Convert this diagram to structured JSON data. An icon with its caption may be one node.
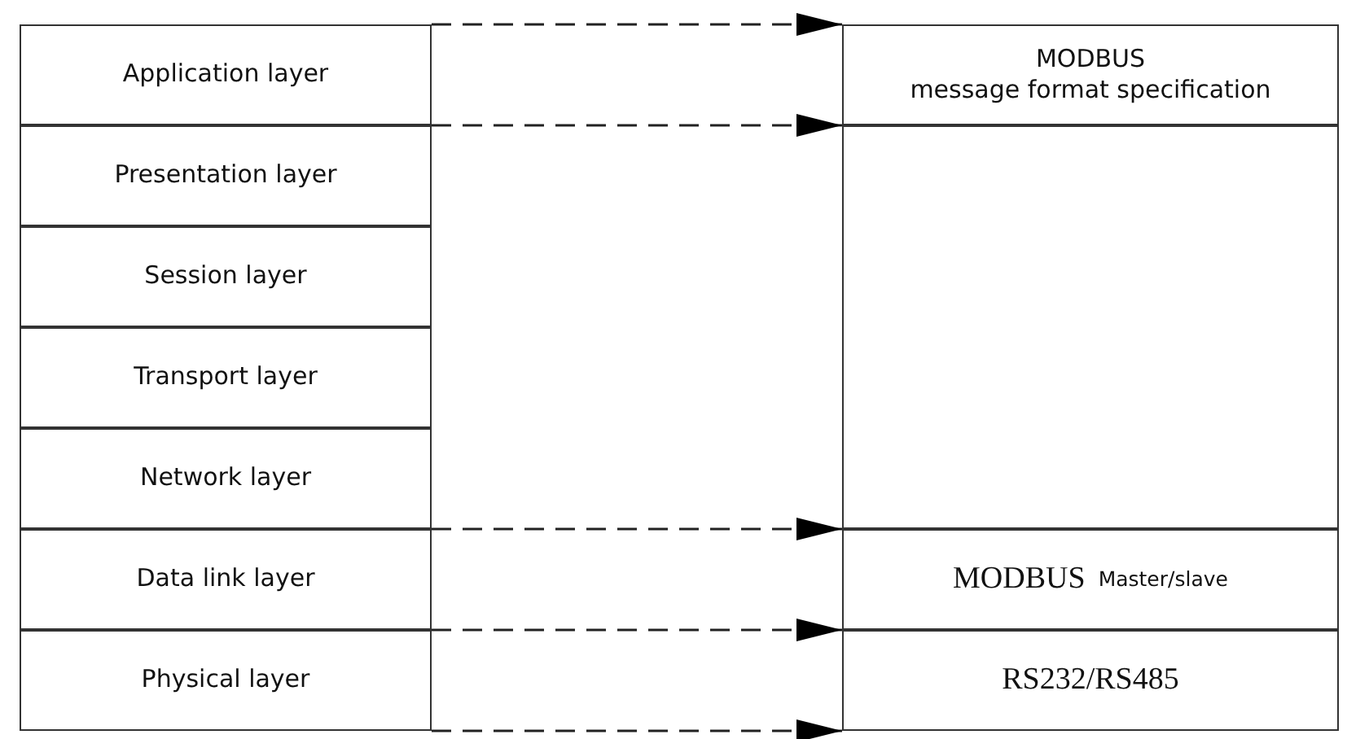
{
  "diagram": {
    "nodes": [
      {
        "text": [
          "Application layer"
        ]
      },
      {
        "text": [
          "Presentation layer"
        ]
      },
      {
        "text": [
          "Session layer"
        ]
      },
      {
        "text": [
          "Transport layer"
        ]
      },
      {
        "text": [
          "Network layer"
        ]
      },
      {
        "text": [
          "Data link layer"
        ]
      },
      {
        "text": [
          "Physical layer"
        ]
      },
      {
        "text": [
          "MODBUS",
          "message format specification"
        ]
      },
      {
        "text": [],
        "shape": "box"
      },
      {
        "text": [
          "MODBUS",
          "Master/slave"
        ]
      },
      {
        "text": [
          "RS232/RS485"
        ]
      }
    ],
    "edges": [
      {
        "from": 0,
        "to": 7,
        "arrow": "to",
        "style": "dashed"
      },
      {
        "from": 0,
        "to": 7,
        "arrow": "to",
        "style": "dashed"
      },
      {
        "from": 5,
        "to": 9,
        "arrow": "to",
        "style": "dashed"
      },
      {
        "from": 6,
        "to": 10,
        "arrow": "to",
        "style": "dashed"
      },
      {
        "from": 6,
        "to": 10,
        "arrow": "to",
        "style": "dashed"
      }
    ]
  }
}
